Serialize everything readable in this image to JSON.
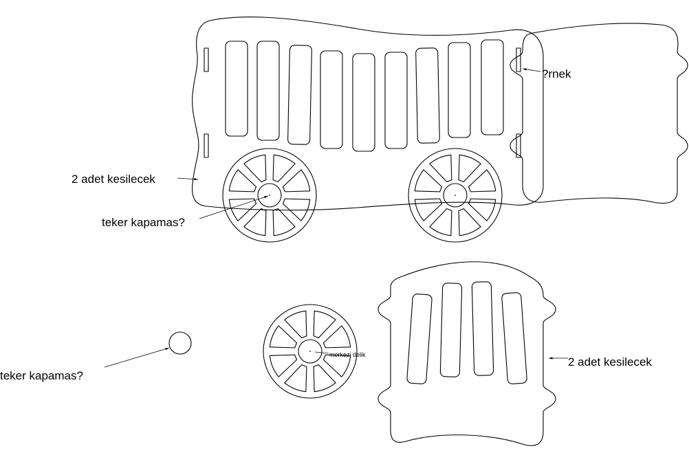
{
  "labels": {
    "cut_two_top": "2 adet kesilecek",
    "sample": "?rnek",
    "wheel_cap_top": "teker kapamas?",
    "wheel_cap_bottom": "teker kapamas?",
    "center_hole": "merkezi delik",
    "cut_two_bottom": "2 adet kesilecek"
  },
  "colors": {
    "line": "#000000",
    "background": "#ffffff"
  }
}
